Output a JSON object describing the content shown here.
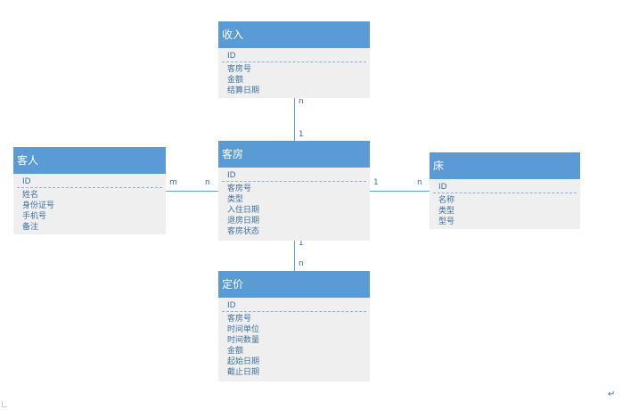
{
  "entities": {
    "income": {
      "title": "收入",
      "pk": "ID",
      "attributes": [
        "客房号",
        "金额",
        "结算日期"
      ]
    },
    "guest": {
      "title": "客人",
      "pk": "ID",
      "attributes": [
        "姓名",
        "身份证号",
        "手机号",
        "备注"
      ]
    },
    "room": {
      "title": "客房",
      "pk": "ID",
      "attributes": [
        "客房号",
        "类型",
        "入住日期",
        "退房日期",
        "客房状态"
      ]
    },
    "bed": {
      "title": "床",
      "pk": "ID",
      "attributes": [
        "名称",
        "类型",
        "型号"
      ]
    },
    "pricing": {
      "title": "定价",
      "pk": "ID",
      "attributes": [
        "客房号",
        "时间单位",
        "时间数量",
        "金额",
        "起始日期",
        "截止日期"
      ]
    }
  },
  "cardinalities": {
    "income_room_income_side": "n",
    "income_room_room_side": "1",
    "guest_room_guest_side": "m",
    "guest_room_room_side": "n",
    "room_bed_room_side": "1",
    "room_bed_bed_side": "n",
    "room_pricing_room_side": "1",
    "room_pricing_pricing_side": "n"
  },
  "colors": {
    "header": "#5b9bd5",
    "body": "#efefef",
    "text": "#3f6fa3",
    "line": "#6a9fd4"
  },
  "icons": {
    "return_mark": "↵"
  }
}
